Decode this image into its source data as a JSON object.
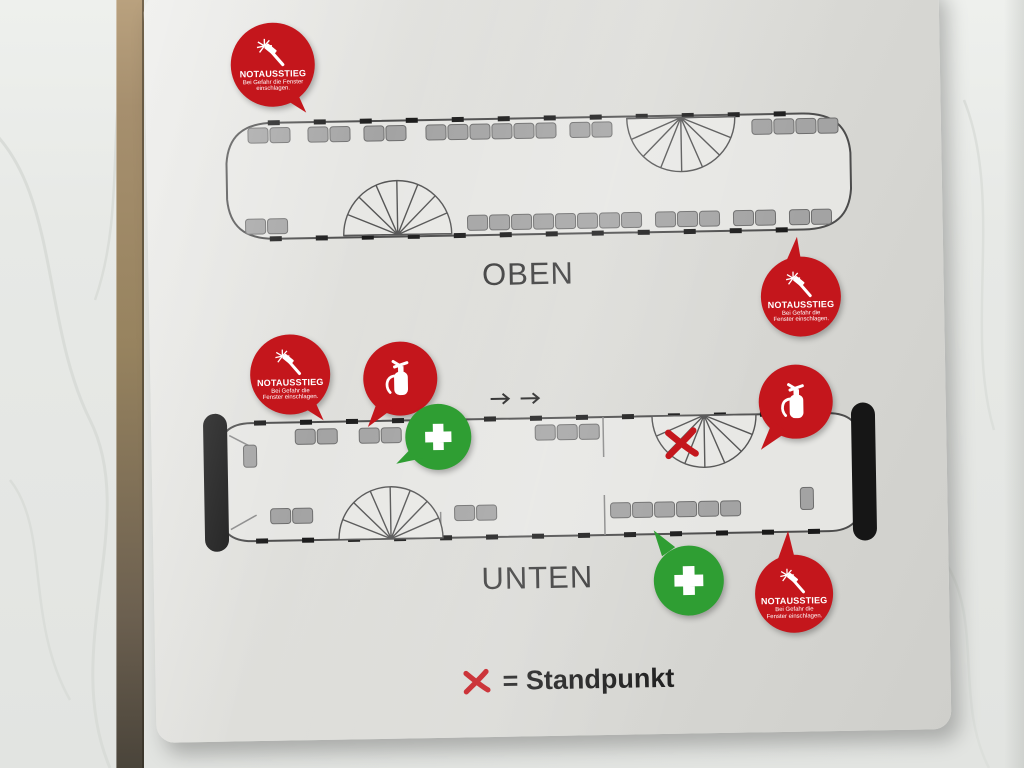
{
  "sign": {
    "upper_deck_label": "OBEN",
    "lower_deck_label": "UNTEN",
    "legend_text": "= Standpunkt"
  },
  "balloons": {
    "notausstieg": {
      "title": "NOTAUSSTIEG",
      "subtitle": "Bei Gefahr die Fenster einschlagen."
    }
  },
  "icons": {
    "hammer_window": "hammer-window-icon",
    "fire_extinguisher": "fire-extinguisher-icon",
    "first_aid_cross": "first-aid-cross-icon",
    "x_mark": "x-mark-icon"
  },
  "colors": {
    "red": "#c4161c",
    "green": "#2f9e33",
    "panel": "#dcdcd8",
    "wall": "#e7e9e6",
    "outline": "#4c4c4c",
    "seat": "#a3a3a3",
    "end_cap": "#161616"
  }
}
